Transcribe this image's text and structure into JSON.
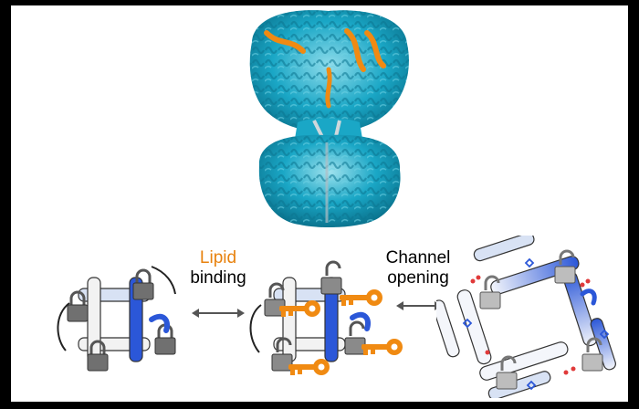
{
  "labels": {
    "lipid": "Lipid",
    "binding": "binding",
    "channel": "Channel",
    "opening": "opening"
  },
  "colors": {
    "structure": "#1aa7c6",
    "structure_dark": "#0e7f9a",
    "lipid": "#f08a12",
    "lock": "#707070",
    "lock_light": "#bdbdbd",
    "helix_blue": "#2b57d8",
    "helix_light": "#d8e2f4",
    "arrow": "#555555",
    "lipid_text": "#e8820e",
    "text": "#000000"
  },
  "icons": {
    "structure": "cryo-em-density-icon",
    "lock": "padlock-icon",
    "key": "key-icon"
  }
}
